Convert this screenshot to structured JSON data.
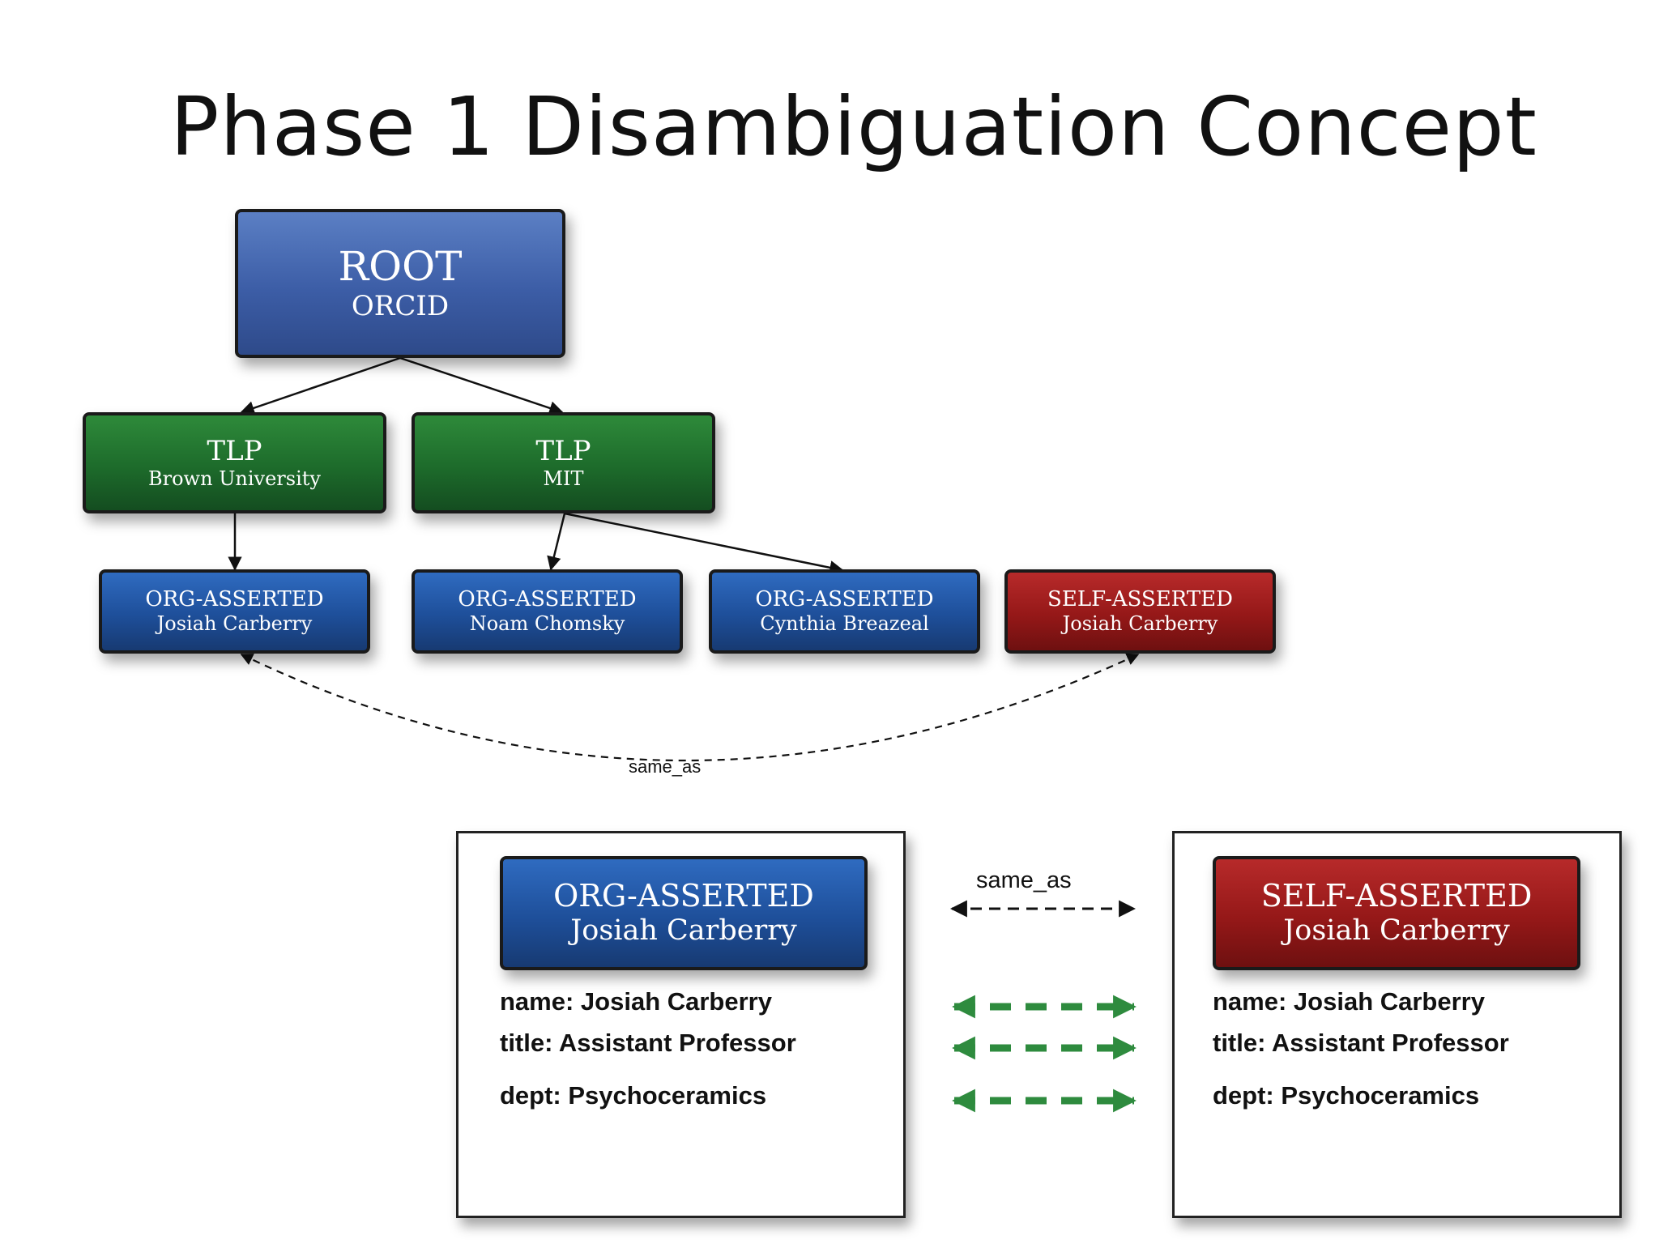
{
  "title": "Phase 1 Disambiguation Concept",
  "tree": {
    "root": {
      "type": "ROOT",
      "name": "ORCID"
    },
    "tlp_brown": {
      "type": "TLP",
      "name": "Brown University"
    },
    "tlp_mit": {
      "type": "TLP",
      "name": "MIT"
    },
    "org_josiah": {
      "type": "ORG-ASSERTED",
      "name": "Josiah Carberry"
    },
    "org_noam": {
      "type": "ORG-ASSERTED",
      "name": "Noam Chomsky"
    },
    "org_cynthia": {
      "type": "ORG-ASSERTED",
      "name": "Cynthia Breazeal"
    },
    "self_josiah": {
      "type": "SELF-ASSERTED",
      "name": "Josiah Carberry"
    },
    "same_as_label": "same_as"
  },
  "comparison": {
    "left": {
      "header": {
        "type": "ORG-ASSERTED",
        "name": "Josiah Carberry"
      },
      "name": "name: Josiah Carberry",
      "title": "title: Assistant Professor",
      "dept": "dept: Psychoceramics"
    },
    "right": {
      "header": {
        "type": "SELF-ASSERTED",
        "name": "Josiah Carberry"
      },
      "name": "name: Josiah Carberry",
      "title": "title: Assistant Professor",
      "dept": "dept: Psychoceramics"
    },
    "same_as_label": "same_as"
  },
  "colors": {
    "root": "#3c5da6",
    "tlp": "#1d6b2b",
    "org_asserted": "#1e4f9a",
    "self_asserted": "#951818",
    "match_arrow": "#2e8b3e"
  }
}
